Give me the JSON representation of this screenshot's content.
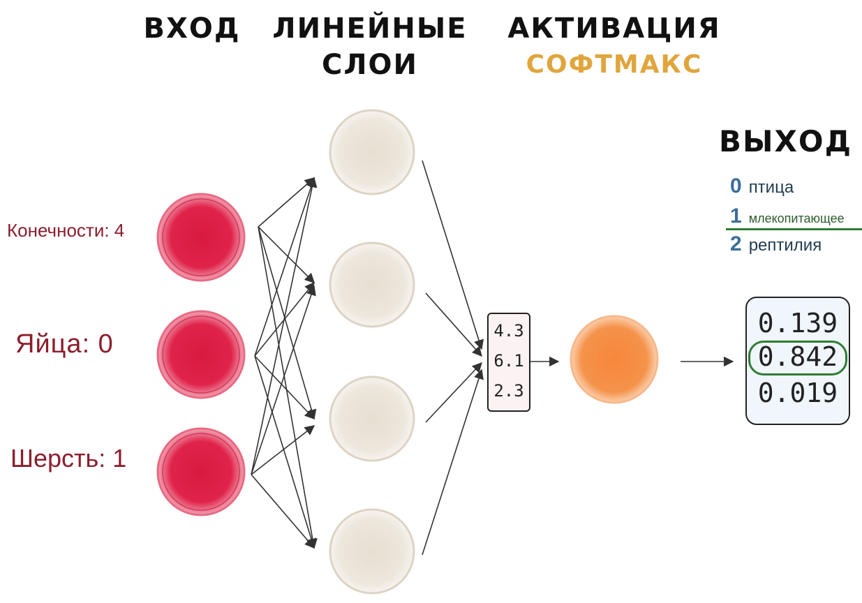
{
  "headers": {
    "input": "ВХОД",
    "linear_line1": "ЛИНЕЙНЫЕ",
    "linear_line2": "СЛОИ",
    "activation": "АКТИВАЦИЯ",
    "softmax": "СОФТМАКС",
    "output": "ВЫХОД"
  },
  "inputs": [
    {
      "label": "Конечности: 4"
    },
    {
      "label": "Яйца: 0"
    },
    {
      "label": "Шерсть: 1"
    }
  ],
  "legend": [
    {
      "index": "0",
      "name": "птица"
    },
    {
      "index": "1",
      "name": "млекопитающее"
    },
    {
      "index": "2",
      "name": "рептилия"
    }
  ],
  "logits": [
    "4.3",
    "6.1",
    "2.3"
  ],
  "probabilities": [
    "0.139",
    "0.842",
    "0.019"
  ],
  "highlighted_index": 1,
  "colors": {
    "input_node": "#e0234a",
    "hidden_node": "#ece6dc",
    "softmax_node": "#f5924a",
    "softmax_label": "#e0a53c",
    "highlight": "#2e7d32",
    "input_label": "#8b1e2d"
  }
}
